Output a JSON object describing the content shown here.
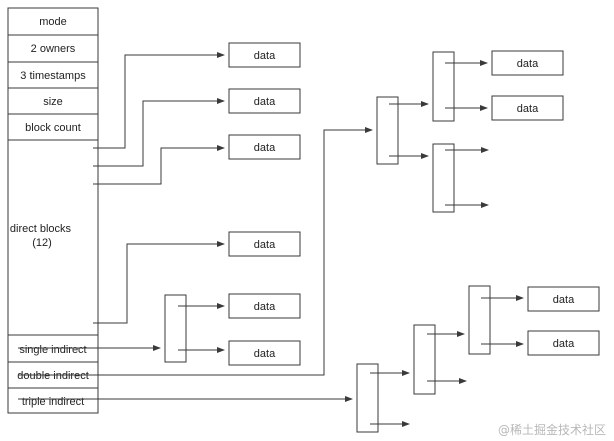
{
  "inode_fields": [
    "mode",
    "2 owners",
    "3 timestamps",
    "size",
    "block count",
    "direct blocks\n(12)",
    "single indirect",
    "double indirect",
    "triple indirect"
  ],
  "data_label": "data",
  "watermark": "@稀土掘金技术社区"
}
